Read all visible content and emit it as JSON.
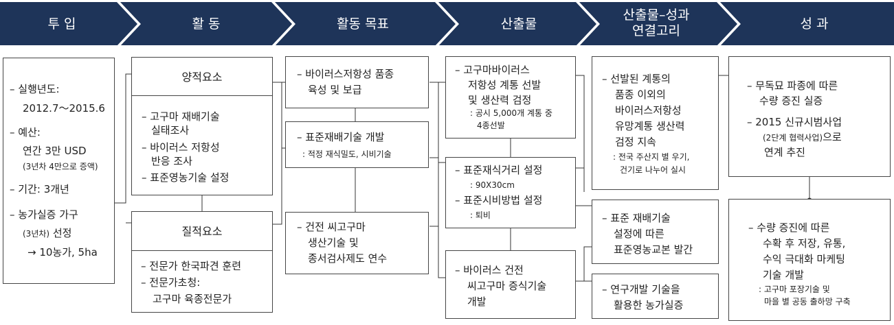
{
  "stages": [
    {
      "name": "투 입",
      "key": "input"
    },
    {
      "name": "활 동",
      "key": "activities"
    },
    {
      "name": "활동 목표",
      "key": "activity_goals"
    },
    {
      "name": "산출물",
      "key": "outputs"
    },
    {
      "name_lines": [
        "산출물–성과",
        "연결고리"
      ],
      "key": "output_outcome_link"
    },
    {
      "name": "성 과",
      "key": "outcomes"
    }
  ],
  "input": {
    "item1": "– 실행년도:",
    "item1_value": "2012.7～2015.6",
    "item2": "– 예산:",
    "item2_value": "연간 3만 USD",
    "item2_note": "(3년차 4만으로 증액)",
    "item3": "– 기간: 3개년",
    "item4": "– 농가실증 가구",
    "item4_note": "(3년차)",
    "item4_cont": "선정",
    "item4_result": "→ 10농가, 5ha"
  },
  "activities": {
    "quantitative": {
      "header": "양적요소",
      "items": [
        "– 고구마 재배기술",
        "실태조사",
        "– 바이러스 저항성",
        "반응 조사",
        "– 표준영농기술 설정"
      ]
    },
    "qualitative": {
      "header": "질적요소",
      "items": [
        "– 전문가 한국파견 훈련",
        "– 전문가초청:",
        "고구마 육종전문가"
      ]
    }
  },
  "activity_goals": {
    "goal1": [
      "– 바이러스저항성 품종",
      "육성 및 보급"
    ],
    "goal2": "– 표준재배기술 개발",
    "goal2_note": ": 적정 재식밀도, 시비기술",
    "goal3": [
      "– 건전 씨고구마",
      "생산기술 및",
      "종서검사제도 연수"
    ]
  },
  "outputs": {
    "out1": [
      "– 고구마바이러스",
      "저항성 계통 선발",
      "및 생산력 검정"
    ],
    "out1_note": [
      ": 공시 5,000개 계통 중",
      "4종선발"
    ],
    "out2": "– 표준재식거리 설정",
    "out2_note": ": 90X30cm",
    "out3": "– 표준시비방법 설정",
    "out3_note": ": 퇴비",
    "out4": [
      "– 바이러스 건전",
      "씨고구마 증식기술",
      "개발"
    ]
  },
  "link": {
    "link1": [
      "– 선발된 계통의",
      "품종 이외의",
      "바이러스저항성",
      "유망계통 생산력",
      "검정 지속"
    ],
    "link1_note": [
      ": 전국 주산지 별 우기,",
      "건기로 나누어 실시"
    ],
    "link2": [
      "– 표준 재배기술",
      "설정에 따른",
      "표준영농교본 발간"
    ],
    "link3": [
      "– 연구개발 기술을",
      "활용한 농가실증"
    ]
  },
  "outcomes": {
    "o1": [
      "– 무독묘 파종에 따른",
      "수량 증진 실증"
    ],
    "o2": "– 2015 신규시범사업",
    "o2_note": "(2단계 협력사업)",
    "o2_suffix": "으로",
    "o2_cont": "연계 추진",
    "o3": [
      "– 수량 증진에 따른",
      "수확 후 저장, 유통,",
      "수익 극대화 마케팅",
      "기술 개발"
    ],
    "o3_note": [
      ": 고구마 포장기술 및",
      "마을 별 공동 출하망 구축"
    ]
  },
  "colors": {
    "header_bg": "#1e3459",
    "header_text": "#ffffff",
    "border": "#444444"
  }
}
